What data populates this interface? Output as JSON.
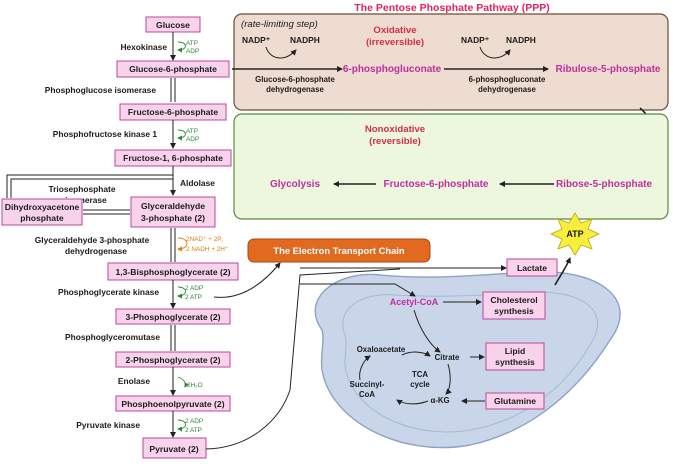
{
  "title": "The Pentose Phosphate Pathway (PPP)",
  "glycolysis": {
    "glucose": "Glucose",
    "g6p": "Glucose-6-phosphate",
    "f6p": "Fructose-6-phosphate",
    "f16bp": "Fructose-1, 6-phosphate",
    "dhap_line1": "Dihydroxyacetone",
    "dhap_line2": "phosphate",
    "g3p_line1": "Glyceraldehyde",
    "g3p_line2": "3-phosphate (2)",
    "bpg": "1,3-Bisphosphoglycerate (2)",
    "pg3": "3-Phosphoglycerate (2)",
    "pg2": "2-Phosphoglycerate (2)",
    "pep": "Phosphoenolpyruvate (2)",
    "pyruvate": "Pyruvate (2)"
  },
  "enzymes": {
    "hexokinase": "Hexokinase",
    "pgi": "Phosphoglucose isomerase",
    "pfk": "Phosphofructose kinase 1",
    "aldolase": "Aldolase",
    "tpi_line1": "Triosephosphate",
    "tpi_line2": "isomerase",
    "gapdh_line1": "Glyceraldehyde 3-phosphate",
    "gapdh_line2": "dehydrogenase",
    "pgk": "Phosphoglycerate kinase",
    "pgm": "Phosphoglyceromutase",
    "enolase": "Enolase",
    "pk": "Pyruvate kinase"
  },
  "cofactors": {
    "hk_in": "ATP",
    "hk_out": "ADP",
    "pfk_in": "ATP",
    "pfk_out": "ADP",
    "gapdh_in": "2NAD⁺ + 2P",
    "gapdh_in_sub": "i",
    "gapdh_out": "2 NADH + 2H⁺",
    "pgk_in": "2 ADP",
    "pgk_out": "2 ATP",
    "enolase_out": "2H₂O",
    "pk_in": "2 ADP",
    "pk_out": "2 ATP"
  },
  "oxidative": {
    "rate_limiting": "(rate-limiting step)",
    "title_line1": "Oxidative",
    "title_line2": "(irreversible)",
    "nadp1": "NADP⁺",
    "nadph1": "NADPH",
    "g6pd_line1": "Glucose-6-phosphate",
    "g6pd_line2": "dehydrogenase",
    "pgl": "6-phosphogluconate",
    "nadp2": "NADP⁺",
    "nadph2": "NADPH",
    "pgd_line1": "6-phosphogluconate",
    "pgd_line2": "dehydrogenase",
    "ru5p": "Ribulose-5-phosphate"
  },
  "nonoxidative": {
    "title_line1": "Nonoxidative",
    "title_line2": "(reversible)",
    "glycolysis": "Glycolysis",
    "f6p": "Fructose-6-phosphate",
    "r5p": "Ribose-5-phosphate"
  },
  "etc": "The Electron Transport Chain",
  "atp": "ATP",
  "mito": {
    "lactate": "Lactate",
    "acetyl_coa": "Acetyl-CoA",
    "chol_line1": "Cholesterol",
    "chol_line2": "synthesis",
    "lipid_line1": "Lipid",
    "lipid_line2": "synthesis",
    "glutamine": "Glutamine",
    "oxaloacetate": "Oxaloacetate",
    "citrate": "Citrate",
    "tca_line1": "TCA",
    "tca_line2": "cycle",
    "succ_line1": "Succinyl-",
    "succ_line2": "CoA",
    "akg": "α-KG"
  },
  "colors": {
    "pink_box": "#f9d3ec",
    "pink_border": "#b9489a",
    "ox_panel": "#eedcd0",
    "nonox_panel": "#ecf7de",
    "etc_box": "#e26a20",
    "mito_fill": "#c9d6ea",
    "atp_star": "#f9ee3c"
  }
}
